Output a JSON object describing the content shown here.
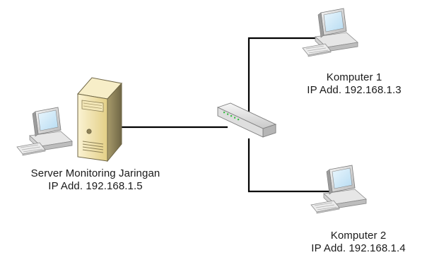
{
  "diagram": {
    "nodes": {
      "server": {
        "name": "Server Monitoring Jaringan",
        "ip": "IP Add. 192.168.1.5",
        "icon": "server-tower-icon"
      },
      "pc1": {
        "name": "Komputer 1",
        "ip": "IP Add. 192.168.1.3",
        "icon": "desktop-computer-icon"
      },
      "pc2": {
        "name": "Komputer 2",
        "ip": "IP Add. 192.168.1.4",
        "icon": "desktop-computer-icon"
      },
      "switch": {
        "icon": "network-switch-icon"
      }
    },
    "links": [
      {
        "from": "server",
        "to": "switch"
      },
      {
        "from": "switch",
        "to": "pc1"
      },
      {
        "from": "switch",
        "to": "pc2"
      }
    ],
    "colors": {
      "line": "#000000",
      "monitor": "#d9d9d9",
      "screen": "#cfe8f7",
      "server": "#e9d79c"
    }
  }
}
